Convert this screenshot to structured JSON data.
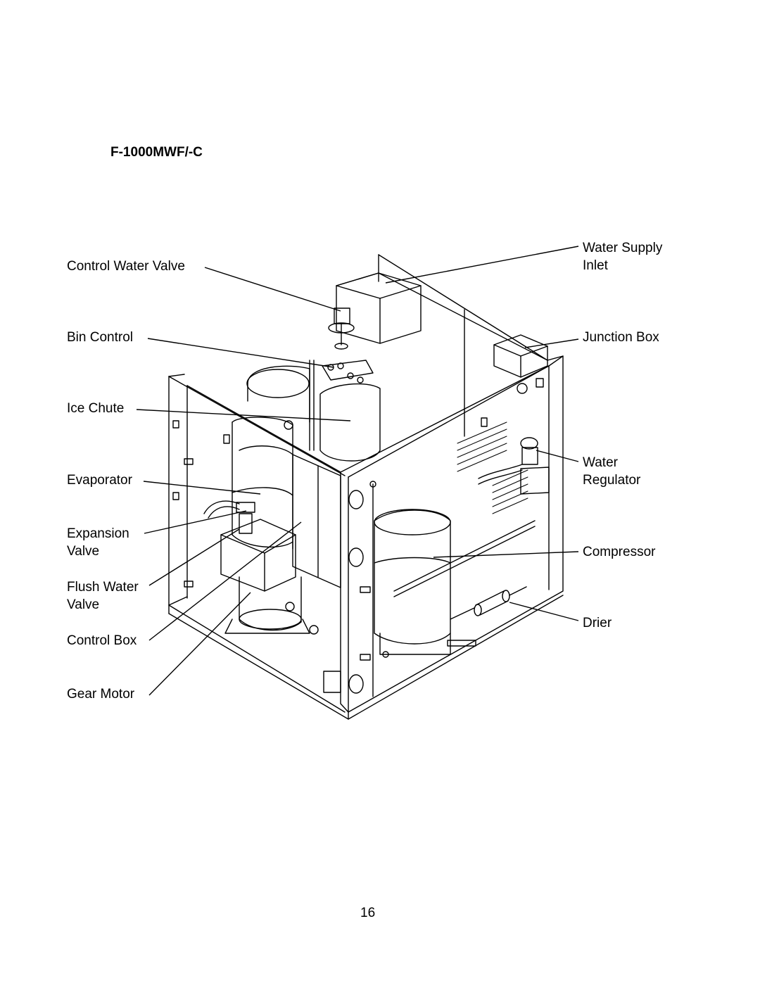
{
  "title": "F-1000MWF/-C",
  "labels": {
    "control_water_valve": "Control Water Valve",
    "bin_control": "Bin Control",
    "ice_chute": "Ice Chute",
    "evaporator": "Evaporator",
    "expansion_valve_line1": "Expansion",
    "expansion_valve_line2": "Valve",
    "flush_water_valve_line1": "Flush Water",
    "flush_water_valve_line2": "Valve",
    "control_box": "Control Box",
    "gear_motor": "Gear Motor",
    "water_supply_inlet_line1": "Water Supply",
    "water_supply_inlet_line2": "Inlet",
    "junction_box": "Junction Box",
    "water_regulator_line1": "Water",
    "water_regulator_line2": "Regulator",
    "compressor": "Compressor",
    "drier": "Drier"
  },
  "page_number": "16"
}
